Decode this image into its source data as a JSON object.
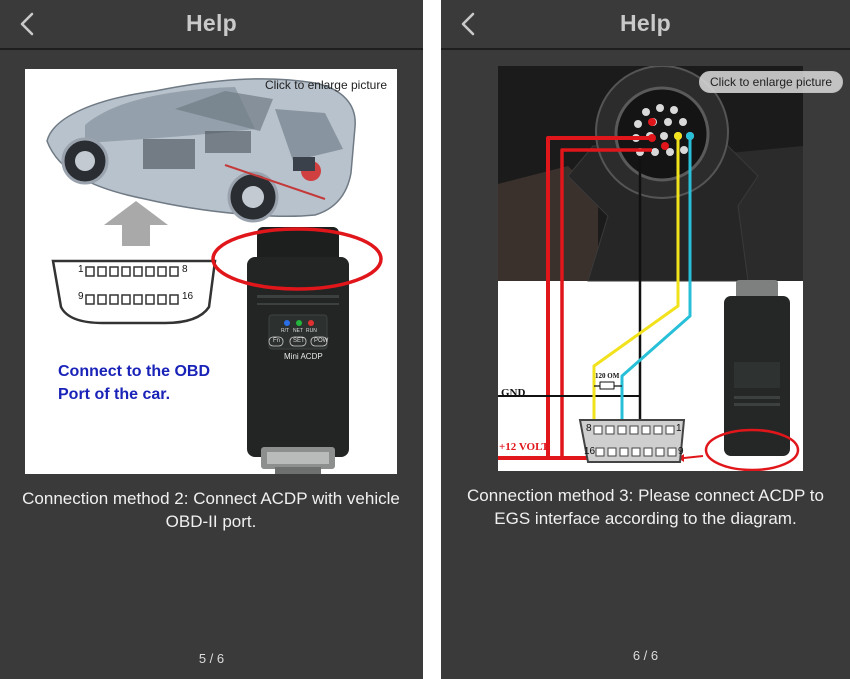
{
  "screens": [
    {
      "title": "Help",
      "enlarge_hint": "Click to enlarge picture",
      "picture": {
        "caption_line1": "Connect to the OBD",
        "caption_line2": "Port of the car.",
        "pin_labels": [
          "1",
          "8",
          "9",
          "16"
        ],
        "led_labels": [
          "R/T",
          "NET",
          "RUN"
        ],
        "button_labels": [
          "Fn",
          "SET",
          "POW"
        ],
        "device_name": "Mini ACDP"
      },
      "caption": "Connection method 2: Connect ACDP with vehicle OBD-II port.",
      "pager": "5 / 6"
    },
    {
      "title": "Help",
      "enlarge_hint": "Click to enlarge picture",
      "picture": {
        "gnd_label": "GND",
        "volt_label": "+12 VOLT",
        "resistor_label": "120 OM",
        "pin_labels": [
          "8",
          "1",
          "16",
          "9"
        ]
      },
      "caption": "Connection method 3: Please connect ACDP to EGS interface according to the diagram.",
      "pager": "6 / 6"
    }
  ],
  "colors": {
    "background": "#3a3a3a",
    "title": "#c9c9c9",
    "highlight_red": "#e0161b",
    "wire_yellow": "#f2e11d",
    "wire_cyan": "#27c0d8",
    "obd_text": "#1a23b8"
  },
  "icons": {
    "back": "chevron-left-icon"
  }
}
